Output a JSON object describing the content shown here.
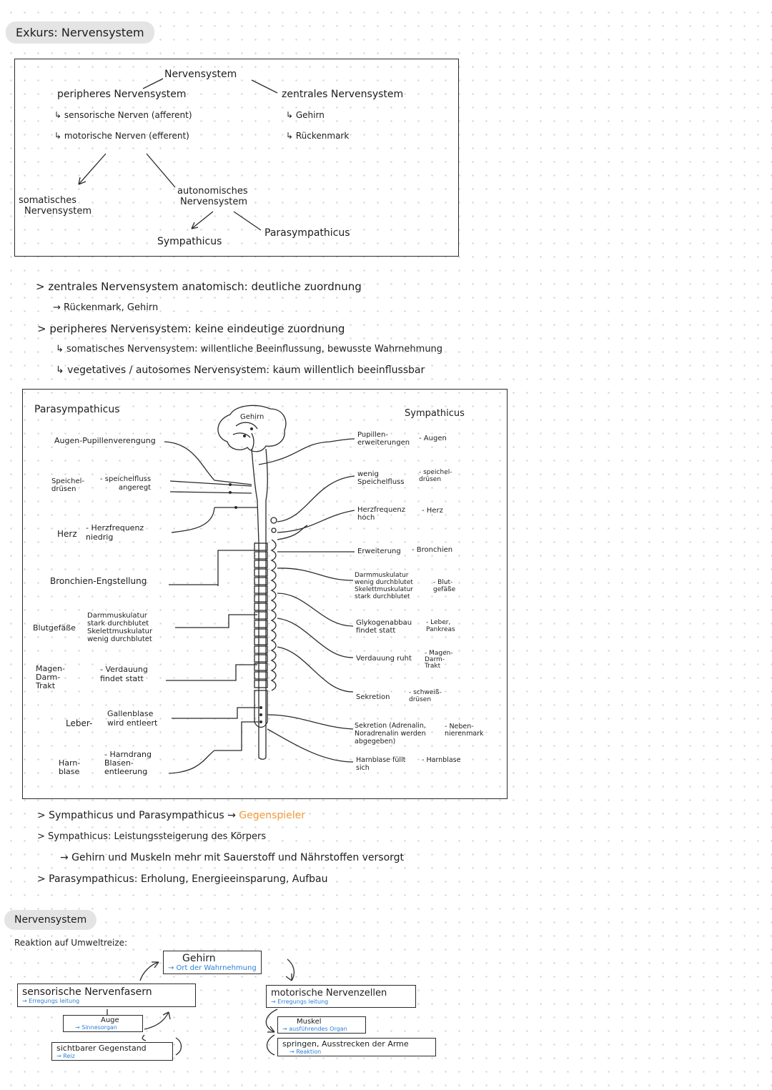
{
  "header": {
    "title": "Exkurs: Nervensystem"
  },
  "tree": {
    "root": "Nervensystem",
    "peripheral": "peripheres Nervensystem",
    "peripheral_sub1": "↳ sensorische Nerven (afferent)",
    "peripheral_sub2": "↳ motorische Nerven (efferent)",
    "central": "zentrales Nervensystem",
    "central_sub1": "↳ Gehirn",
    "central_sub2": "↳ Rückenmark",
    "somatic_1": "somatisches",
    "somatic_2": "Nervensystem",
    "autonomic_1": "autonomisches",
    "autonomic_2": "Nervensystem",
    "sympathicus": "Sympathicus",
    "parasympathicus": "Parasympathicus"
  },
  "notes1": {
    "line1": "> zentrales Nervensystem anatomisch: deutliche zuordnung",
    "line2": "→ Rückenmark, Gehirn",
    "line3": "> peripheres Nervensystem: keine eindeutige zuordnung",
    "line4": "↳ somatisches Nervensystem: willentliche Beeinflussung, bewusste Wahrnehmung",
    "line5": "↳ vegetatives / autosomes Nervensystem: kaum willentlich beeinflussbar"
  },
  "diagram": {
    "left_title": "Parasympathicus",
    "right_title": "Sympathicus",
    "brain": "Gehirn",
    "left_items": [
      {
        "organ": "",
        "effect": "Augen-Pupillenverengung"
      },
      {
        "organ": "Speichel-\ndrüsen",
        "effect": "- speichelfluss\nangeregt"
      },
      {
        "organ": "Herz",
        "effect": "- Herzfrequenz\nniedrig"
      },
      {
        "organ": "",
        "effect": "Bronchien-Engstellung"
      },
      {
        "organ": "Blutgefäße",
        "effect": "Darmmuskulatur\nstark durchblutet\nSkelettmuskulatur\nwenig durchblutet"
      },
      {
        "organ": "Magen-\nDarm-\nTrakt",
        "effect": "- Verdauung\nfindet statt"
      },
      {
        "organ": "Leber-",
        "effect": "Gallenblase\nwird entleert"
      },
      {
        "organ": "Harn-\nblase",
        "effect": "- Harndrang\nBlasen-\nentleerung"
      }
    ],
    "right_items": [
      {
        "effect": "Pupillen-\nerweiterungen",
        "organ": "- Augen"
      },
      {
        "effect": "wenig\nSpeichelfluss",
        "organ": "- speichel-\ndrüsen"
      },
      {
        "effect": "Herzfrequenz\nhoch",
        "organ": "- Herz"
      },
      {
        "effect": "Erweiterung",
        "organ": "- Bronchien"
      },
      {
        "effect": "Darmmuskulatur\nwenig durchblutet\nSkelettmuskulatur\nstark durchblutet",
        "organ": "- Blut-\ngefäße"
      },
      {
        "effect": "Glykogenabbau\nfindet statt",
        "organ": "- Leber,\nPankreas"
      },
      {
        "effect": "Verdauung ruht",
        "organ": "- Magen-\nDarm-\nTrakt"
      },
      {
        "effect": "Sekretion",
        "organ": "- schweiß-\ndrüsen"
      },
      {
        "effect": "Sekretion (Adrenalin,\nNoradrenalin werden\nabgegeben)",
        "organ": "- Neben-\nnierenmark"
      },
      {
        "effect": "Harnblase füllt\nsich",
        "organ": "- Harnblase"
      }
    ]
  },
  "notes2": {
    "line1_a": "> Sympathicus und Parasympathicus → ",
    "line1_b": "Gegenspieler",
    "line2": "> Sympathicus: Leistungssteigerung des Körpers",
    "line3": "→ Gehirn und Muskeln mehr mit Sauerstoff und Nährstoffen versorgt",
    "line4": "> Parasympathicus: Erholung, Energieeinsparung, Aufbau"
  },
  "section2": {
    "title": "Nervensystem",
    "subtitle": "Reaktion auf Umweltreize:",
    "brain": "Gehirn",
    "brain_sub": "→ Ort der Wahrnehmung",
    "sensory": "sensorische Nervenfasern",
    "sensory_sub": "→ Erregungs leitung",
    "motor": "motorische Nervenzellen",
    "motor_sub": "→ Erregungs leitung",
    "eye": "Auge",
    "eye_sub": "→ Sinnesorgan",
    "object": "sichtbarer Gegenstand",
    "object_sub": "→ Reiz",
    "muscle": "Muskel",
    "muscle_sub": "→ ausführendes Organ",
    "action": "springen, Ausstrecken der Arme",
    "action_sub": "→ Reaktion"
  },
  "colors": {
    "accent_blue": "#2c7fd6",
    "accent_orange": "#f19a38",
    "pill": "#e4e4e4"
  }
}
